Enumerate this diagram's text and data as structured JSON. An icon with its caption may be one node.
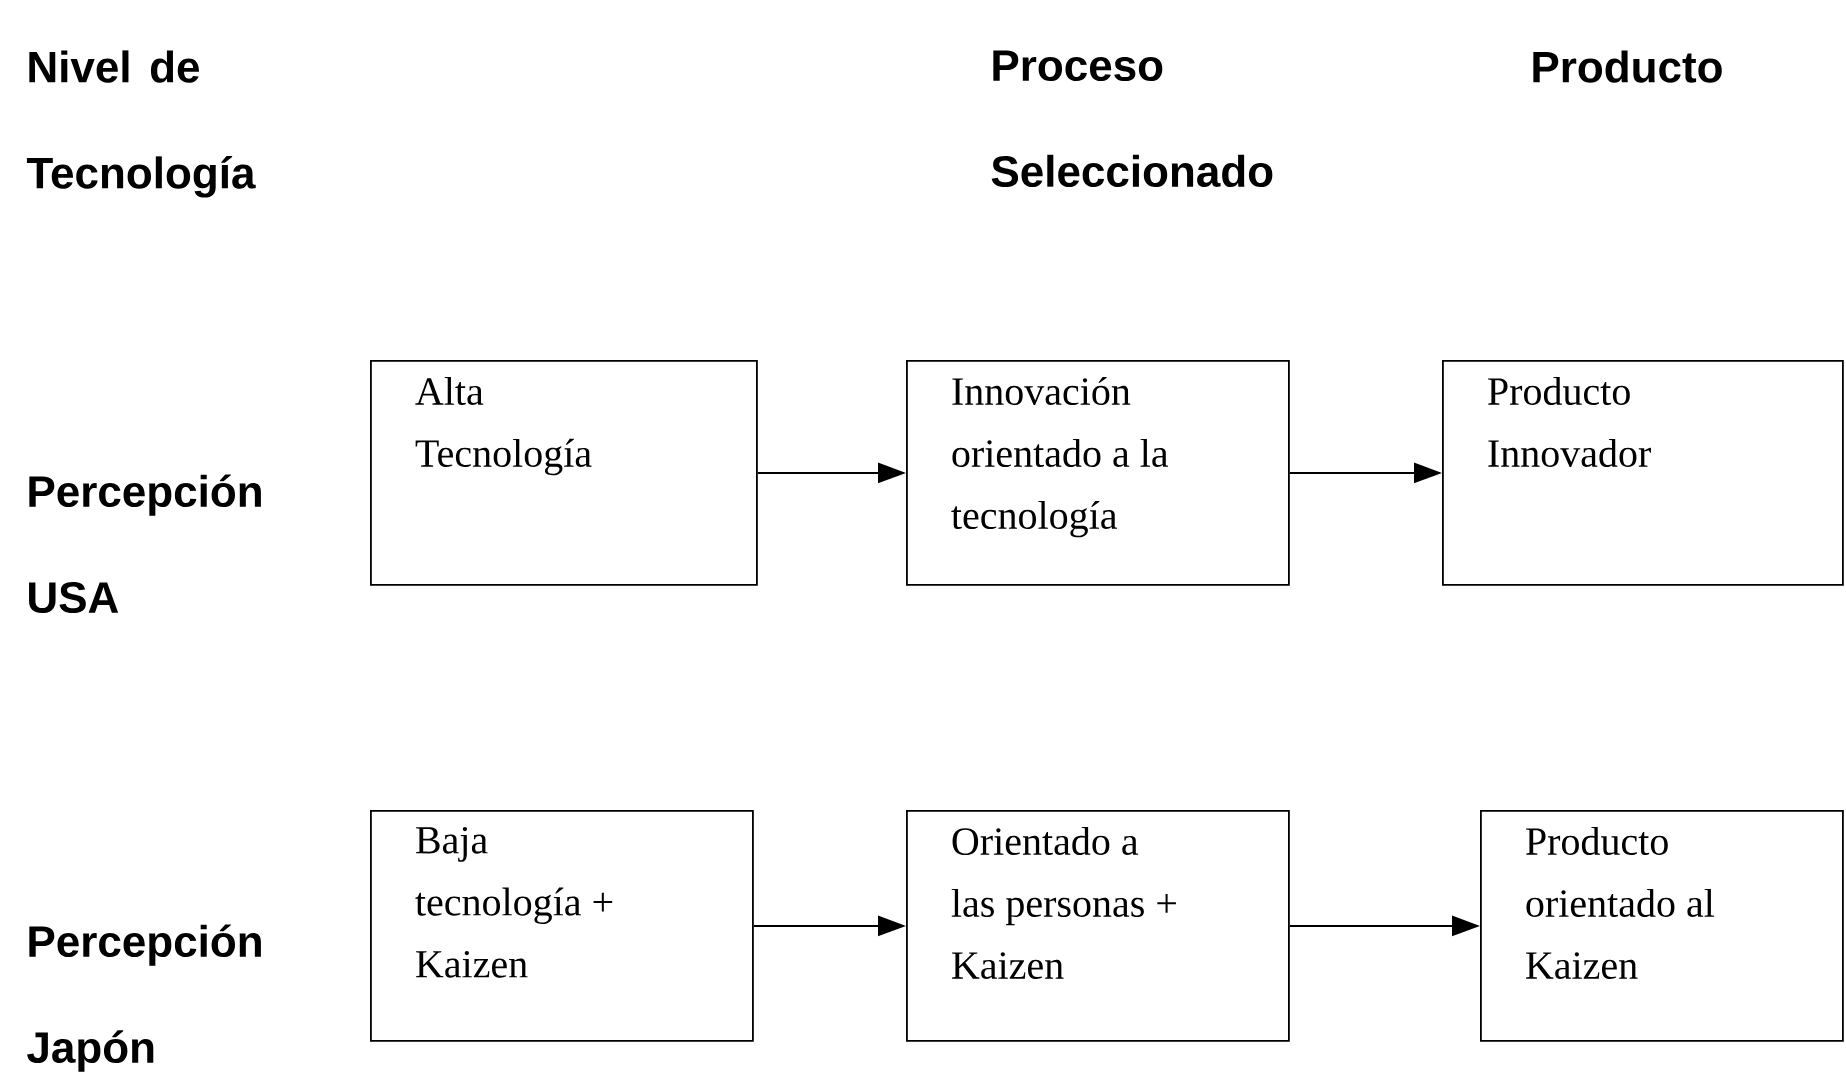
{
  "diagram": {
    "nodes": [
      {
        "text": [
          "Alta Tecnología"
        ]
      },
      {
        "text": [
          "Innovación orientado a la tecnología"
        ]
      },
      {
        "text": [
          "Producto Innovador"
        ]
      },
      {
        "text": [
          "Baja tecnología + Kaizen"
        ]
      },
      {
        "text": [
          "Orientado a las personas + Kaizen"
        ]
      },
      {
        "text": [
          "Producto orientado al Kaizen"
        ]
      }
    ],
    "edges": [
      {
        "from": 0,
        "to": 1,
        "arrow": "to"
      },
      {
        "from": 1,
        "to": 2,
        "arrow": "to"
      },
      {
        "from": 3,
        "to": 4,
        "arrow": "to"
      },
      {
        "from": 4,
        "to": 5,
        "arrow": "to"
      }
    ],
    "labels": [
      "Nivel de Tecnología",
      "Proceso Seleccionado",
      "Producto",
      "Percepción USA",
      "Percepción Japón"
    ]
  }
}
